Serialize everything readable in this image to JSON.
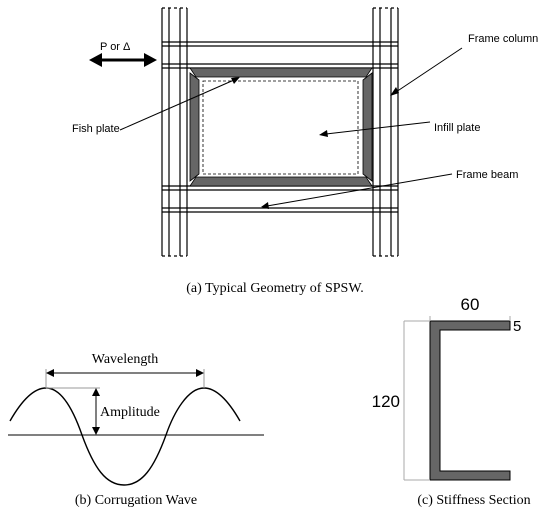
{
  "panel_a": {
    "caption": "(a) Typical Geometry of SPSW.",
    "labels": {
      "load": "P or Δ",
      "frame_column": "Frame column",
      "fish_plate": "Fish plate",
      "infill_plate": "Infill plate",
      "frame_beam": "Frame beam"
    }
  },
  "panel_b": {
    "caption": "(b) Corrugation Wave",
    "labels": {
      "wavelength": "Wavelength",
      "amplitude": "Amplitude"
    }
  },
  "panel_c": {
    "caption": "(c) Stiffness Section",
    "dims": {
      "width": "60",
      "thickness": "5",
      "height": "120"
    }
  },
  "colors": {
    "line": "#000000",
    "fill_gray": "#666666",
    "dim_line": "#999999"
  }
}
